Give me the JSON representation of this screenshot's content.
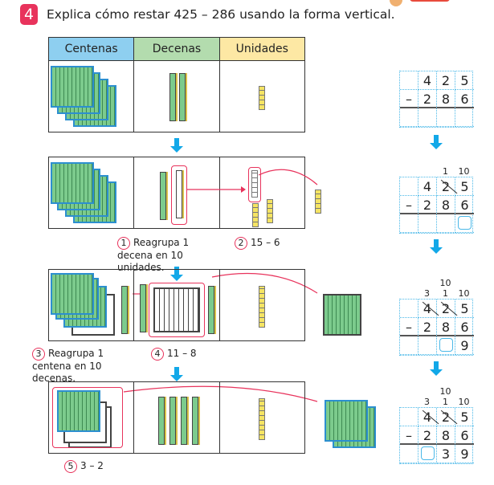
{
  "exercise": {
    "number": "4",
    "instruction": "Explica cómo restar 425 – 286 usando la forma vertical."
  },
  "table": {
    "headers": [
      "Centenas",
      "Decenas",
      "Unidades"
    ],
    "header_colors": [
      "#8ecff0",
      "#b3dcae",
      "#fde8a4"
    ]
  },
  "steps": [
    {
      "n": "1",
      "text": "Reagrupa 1 decena en 10 unidades."
    },
    {
      "n": "2",
      "text": "15 – 6"
    },
    {
      "n": "3",
      "text": "Reagrupa 1 centena en 10 decenas."
    },
    {
      "n": "4",
      "text": "11 – 8"
    },
    {
      "n": "5",
      "text": "3 – 2"
    }
  ],
  "grids": [
    {
      "carry_top": [
        "",
        "",
        ""
      ],
      "carry": [
        "",
        "",
        ""
      ],
      "top": [
        "",
        "4",
        "2",
        "5"
      ],
      "bottom": [
        "–",
        "2",
        "8",
        "6"
      ],
      "result": [
        "",
        "",
        "",
        ""
      ]
    },
    {
      "carry_top": [
        "",
        "",
        ""
      ],
      "carry": [
        "",
        "1",
        "10"
      ],
      "top": [
        "",
        "4",
        "2",
        "5"
      ],
      "bottom": [
        "–",
        "2",
        "8",
        "6"
      ],
      "result": [
        "",
        "",
        "",
        "?"
      ]
    },
    {
      "carry_top": [
        "",
        "10",
        ""
      ],
      "carry": [
        "3",
        "1",
        "10"
      ],
      "top": [
        "",
        "4",
        "2",
        "5"
      ],
      "bottom": [
        "–",
        "2",
        "8",
        "6"
      ],
      "result": [
        "",
        "",
        "?",
        "9"
      ]
    },
    {
      "carry_top": [
        "",
        "10",
        ""
      ],
      "carry": [
        "3",
        "1",
        "10"
      ],
      "top": [
        "",
        "4",
        "2",
        "5"
      ],
      "bottom": [
        "–",
        "2",
        "8",
        "6"
      ],
      "result": [
        "",
        "?",
        "3",
        "9"
      ]
    }
  ]
}
